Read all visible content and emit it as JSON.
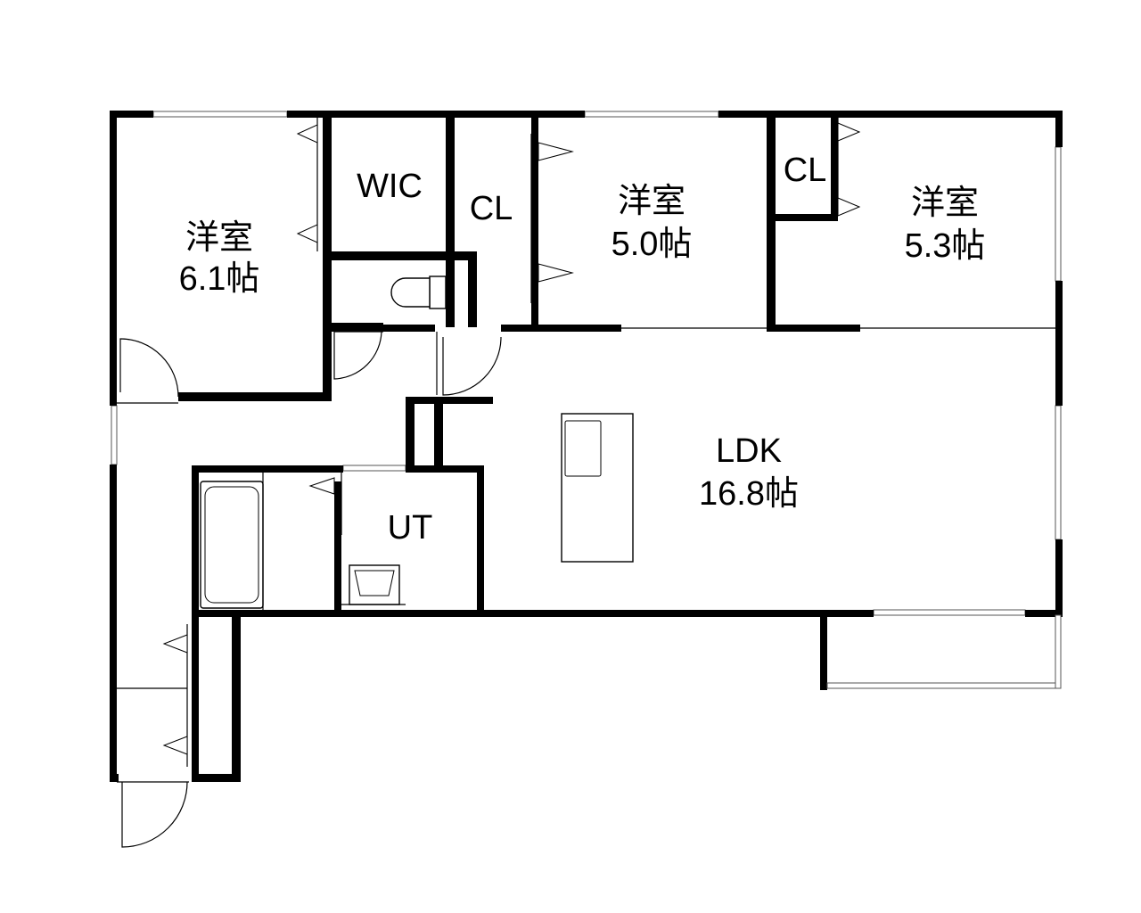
{
  "rooms": {
    "western1": {
      "name": "洋室",
      "size": "6.1帖"
    },
    "western2": {
      "name": "洋室",
      "size": "5.0帖"
    },
    "western3": {
      "name": "洋室",
      "size": "5.3帖"
    },
    "wic": {
      "name": "WIC"
    },
    "cl1": {
      "name": "CL"
    },
    "cl2": {
      "name": "CL"
    },
    "ldk": {
      "name": "LDK",
      "size": "16.8帖"
    },
    "ut": {
      "name": "UT"
    }
  },
  "colors": {
    "wall": "#000000",
    "background": "#ffffff",
    "window": "#555555"
  }
}
